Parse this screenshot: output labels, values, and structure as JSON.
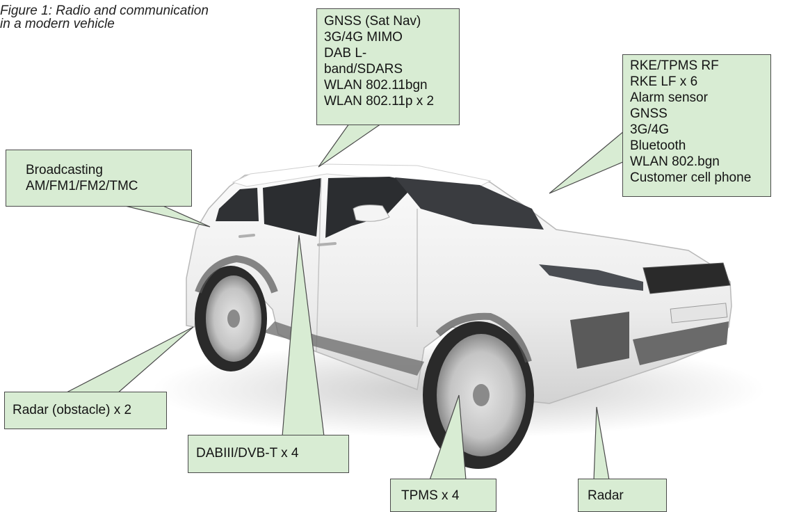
{
  "caption": {
    "line1": "Figure 1: Radio and communication",
    "line2": "in a modern vehicle"
  },
  "callouts": {
    "gnss": [
      "GNSS (Sat Nav)",
      "3G/4G MIMO",
      "DAB L-",
      "band/SDARS",
      "WLAN 802.11bgn",
      "WLAN 802.11p x 2"
    ],
    "rke": [
      "RKE/TPMS RF",
      "RKE LF x 6",
      "Alarm sensor",
      "GNSS",
      "3G/4G",
      "Bluetooth",
      "WLAN 802.bgn",
      "Customer cell phone"
    ],
    "broadcast": [
      "Broadcasting",
      "AM/FM1/FM2/TMC"
    ],
    "radar_obstacle": "Radar (obstacle) x 2",
    "dab": "DABIII/DVB-T x 4",
    "tpms": "TPMS x 4",
    "radar": "Radar"
  },
  "colors": {
    "callout_fill": "#d8ecd3",
    "callout_border": "#4a4a4a",
    "car_body": "#f1f1f1",
    "car_glass": "#2b2d30"
  }
}
